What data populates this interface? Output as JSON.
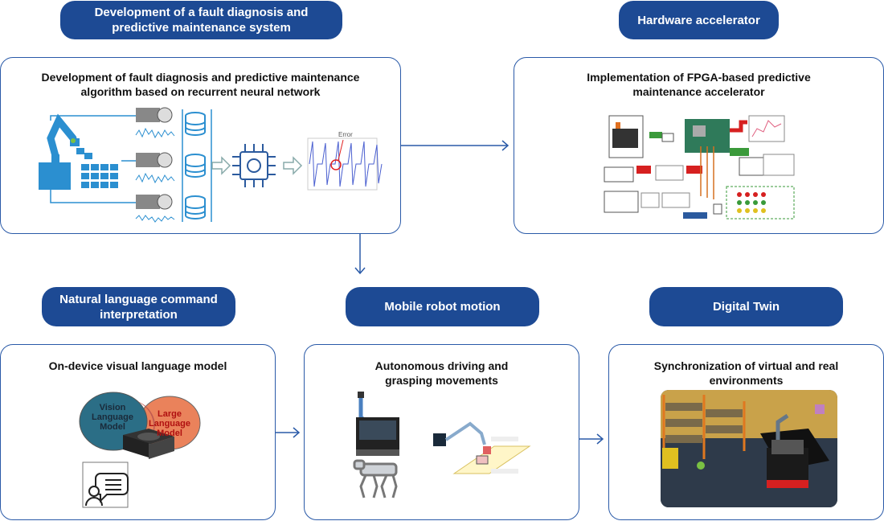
{
  "sections": {
    "fault": {
      "header": "Development of a fault diagnosis and predictive maintenance system",
      "title": "Development of fault diagnosis and predictive maintenance algorithm based on recurrent neural network",
      "chart_label": "Error"
    },
    "hardware": {
      "header": "Hardware accelerator",
      "title": "Implementation of FPGA-based predictive maintenance accelerator"
    },
    "nlc": {
      "header": "Natural language command interpretation",
      "title": "On-device visual language model",
      "vision_label": "Vision Language Model",
      "llm_label": "Large Language Model"
    },
    "robot": {
      "header": "Mobile robot motion",
      "title": "Autonomous driving and grasping movements"
    },
    "twin": {
      "header": "Digital Twin",
      "title": "Synchronization of virtual and real environments"
    }
  },
  "colors": {
    "accent": "#1d4a94",
    "border": "#2a5aa8",
    "diagram_blue": "#2b8fd0"
  }
}
